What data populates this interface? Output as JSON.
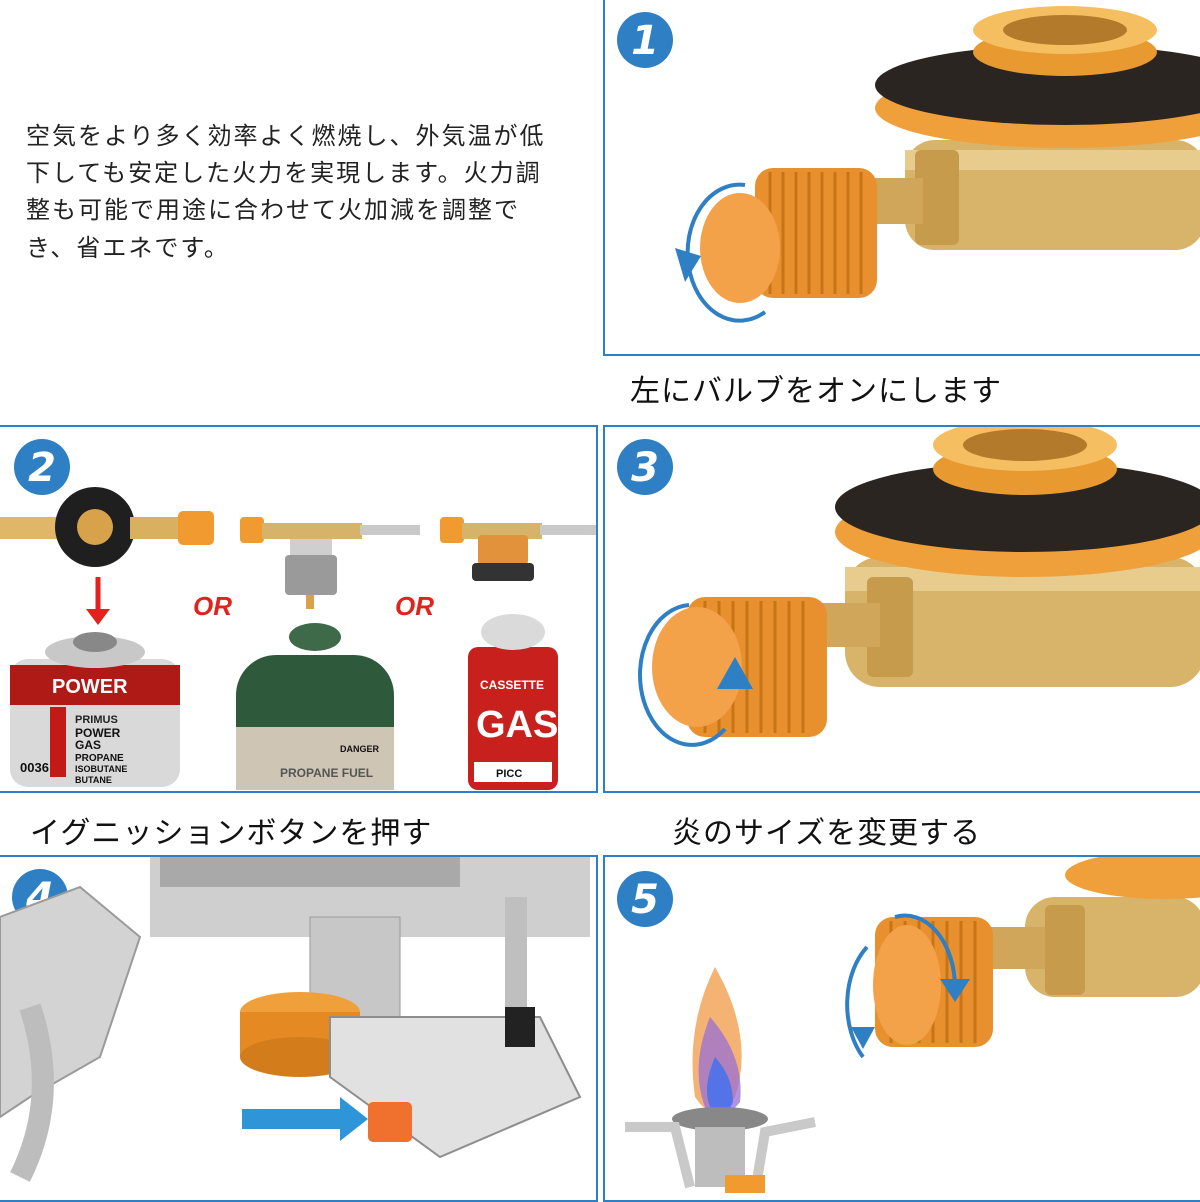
{
  "intro_text": "空気をより多く効率よく燃焼し、外気温が低下しても安定した火力を実現します。火力調整も可能で用途に合わせて火加減を調整でき、省エネです。",
  "steps": [
    {
      "number": "1",
      "caption": "左にバルブをオンにします"
    },
    {
      "number": "2",
      "caption": "イグニッションボタンを押す",
      "separator": "OR"
    },
    {
      "number": "3",
      "caption": "炎のサイズを変更する"
    },
    {
      "number": "4"
    },
    {
      "number": "5"
    }
  ],
  "canisters": [
    {
      "lines": [
        "PRIMUS",
        "POWER",
        "GAS",
        "PROPANE",
        "ISOBUTANE",
        "BUTANE",
        "0036"
      ],
      "band": "POWER"
    },
    {
      "lines": [
        "PROPANE FUEL",
        "DANGER"
      ]
    },
    {
      "lines": [
        "CASSETTE",
        "GAS",
        "PICC"
      ]
    }
  ],
  "colors": {
    "accent": "#2e7fc4",
    "brass": "#d8b36a",
    "orange_knob": "#f0a03a",
    "or_red": "#e0231c"
  }
}
